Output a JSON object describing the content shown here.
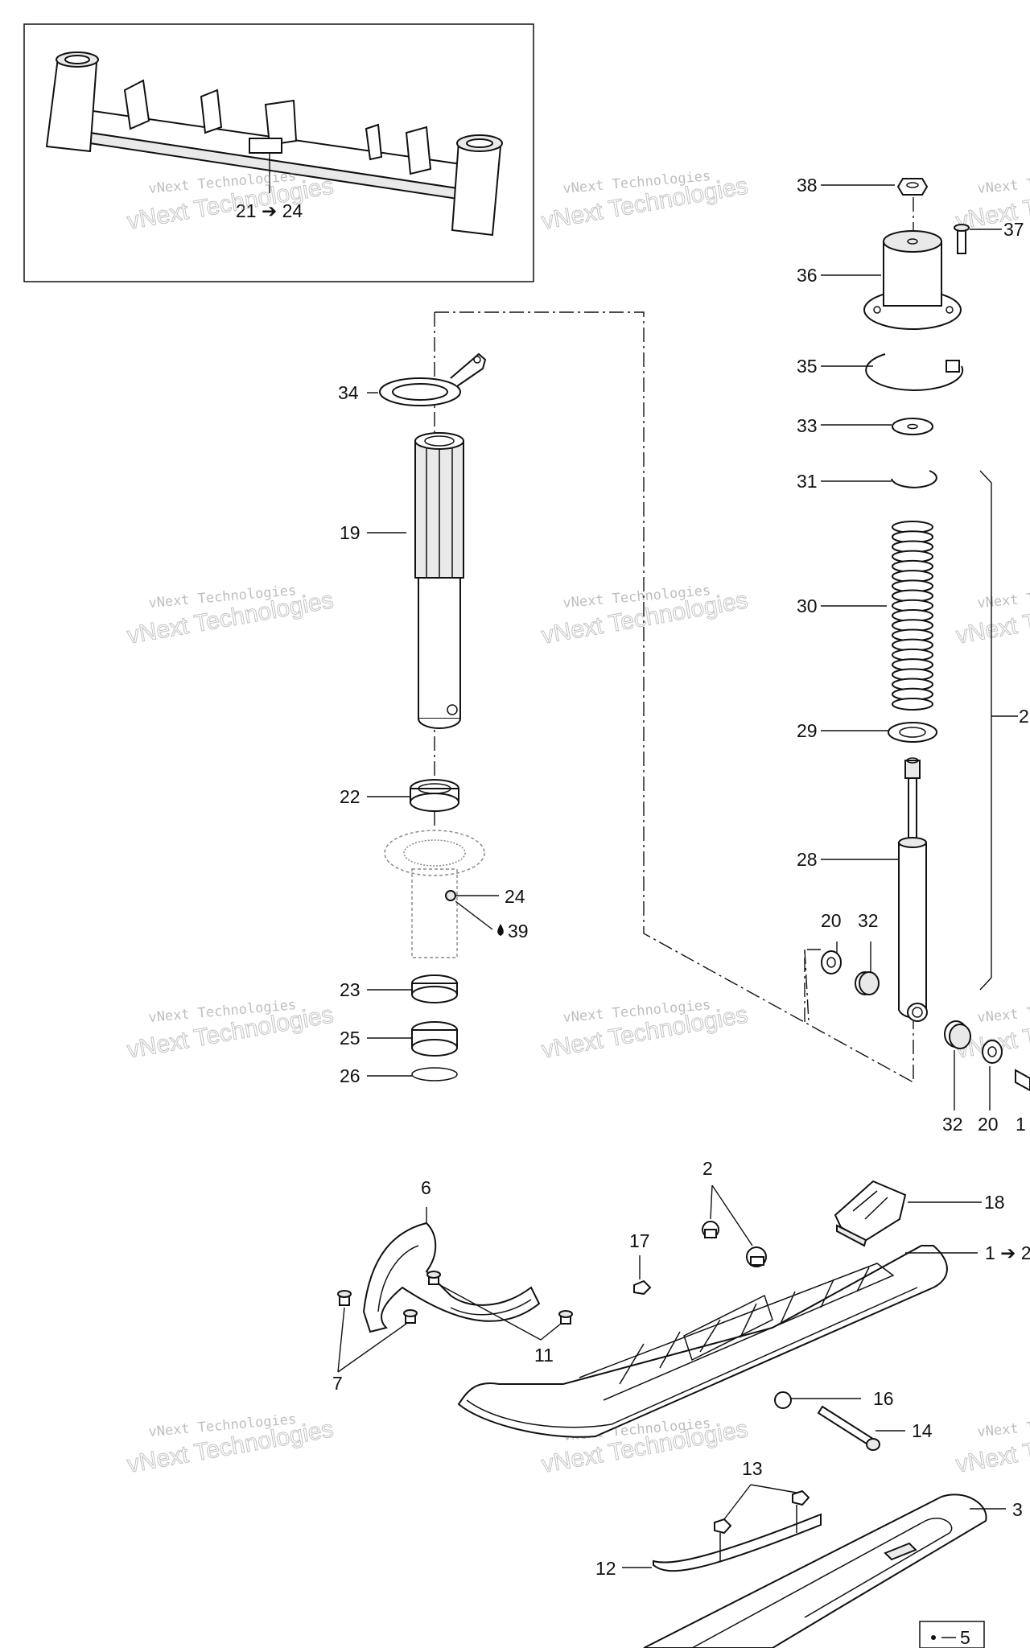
{
  "watermark": {
    "line1": "vNext Technologies",
    "line2": "vNext Technologies"
  },
  "labels": {
    "frame_ref": "21 ➔ 24",
    "p38": "38",
    "p37": "37",
    "p36": "36",
    "p35": "35",
    "p34": "34",
    "p33": "33",
    "p31": "31",
    "p30": "30",
    "p29": "29",
    "p28": "28",
    "p27": "2",
    "p19": "19",
    "p22": "22",
    "p24": "24",
    "p39": "39",
    "p23": "23",
    "p25": "25",
    "p26": "26",
    "p20a": "20",
    "p32a": "32",
    "p32b": "32",
    "p20b": "20",
    "p15": "1",
    "p6": "6",
    "p2": "2",
    "p18": "18",
    "p17": "17",
    "p1_2": "1 ➔ 2",
    "p11": "11",
    "p7": "7",
    "p16": "16",
    "p14": "14",
    "p13": "13",
    "p3": "3",
    "p12": "12",
    "p5": "5"
  },
  "colors": {
    "line": "#111111",
    "watermark": "#8a8a8a",
    "background": "#ffffff"
  }
}
